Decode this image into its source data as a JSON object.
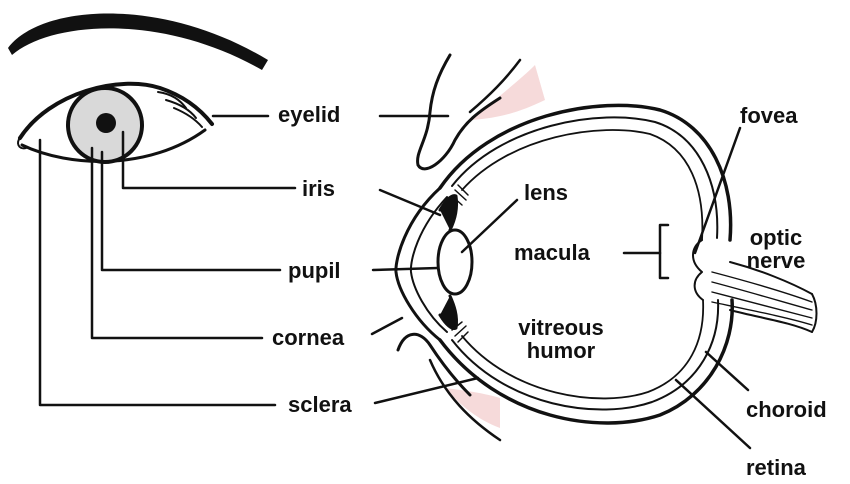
{
  "labels": {
    "eyelid": "eyelid",
    "iris": "iris",
    "pupil": "pupil",
    "cornea": "cornea",
    "sclera": "sclera",
    "lens": "lens",
    "macula": "macula",
    "vitreous_humor": "vitreous\nhumor",
    "fovea": "fovea",
    "optic_nerve": "optic\nnerve",
    "choroid": "choroid",
    "retina": "retina"
  },
  "colors": {
    "line": "#111111",
    "iris_fill": "#d9d9d9",
    "eyelid_tint": "#f6dada"
  }
}
